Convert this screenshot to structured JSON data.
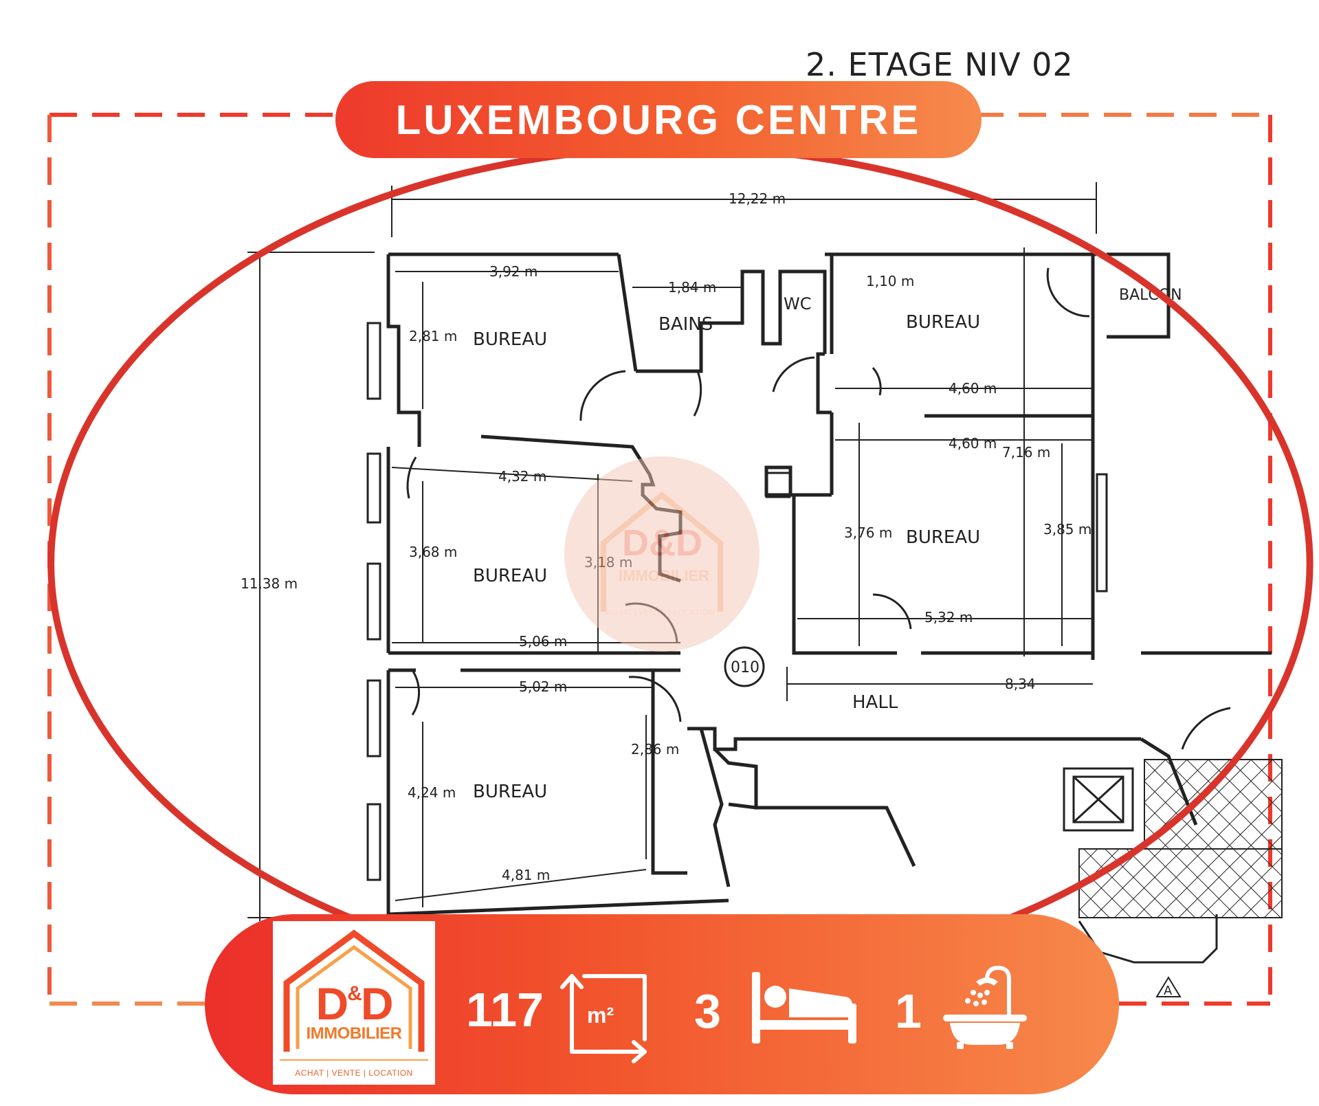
{
  "plan": {
    "heading": "2. ETAGE NIV 02",
    "dimensions": {
      "top_total": "12,22 m",
      "left_total": "11,38 m",
      "bureau1_width": "3,92 m",
      "bureau1_height": "2,81 m",
      "bains_width": "1,84 m",
      "wc_width": "1,10 m",
      "bureau2_width": "4,60 m",
      "bureau3_width": "4,60 m",
      "right_height": "7,16 m",
      "bureau_mid_width": "4,32 m",
      "bureau_mid_height": "3,68 m",
      "bureau_mid_right_height": "3,18 m",
      "bureau_mid_bottom": "5,06 m",
      "bureau3_height": "3,76 m",
      "bureau3_right_height": "3,85 m",
      "bureau3_bottom": "5,32 m",
      "bureau4_top": "5,02 m",
      "bureau4_right": "2,86 m",
      "bureau4_height": "4,24 m",
      "bureau4_bottom": "4,81 m",
      "hall_width": "8,34"
    },
    "rooms": {
      "bureau_top_left": "BUREAU",
      "bains": "BAINS",
      "wc": "WC",
      "bureau_top_right": "BUREAU",
      "balcon": "BALCON",
      "bureau_mid_left": "BUREAU",
      "bureau_mid_right": "BUREAU",
      "bureau_bottom_left": "BUREAU",
      "hall": "HALL"
    },
    "unit_number": "010",
    "marker": "A"
  },
  "banner": {
    "location": "LUXEMBOURG CENTRE"
  },
  "watermark": {
    "brand_short": "D&D",
    "brand_name": "IMMOBILIER",
    "tagline": "ACHAT | VENTE | LOCATION"
  },
  "logo": {
    "d_left": "D",
    "amp": "&",
    "d_right": "D",
    "name": "IMMOBILIER",
    "tagline": "ACHAT  |  VENTE  |  LOCATION"
  },
  "stats": {
    "area_value": "117",
    "area_unit": "m²",
    "bedrooms": "3",
    "bathrooms": "1",
    "area_icon": "area-arrows-icon",
    "bed_icon": "bed-icon",
    "bath_icon": "bathtub-shower-icon"
  },
  "colors": {
    "brand_red": "#ee3a2c",
    "brand_orange": "#f68a4c",
    "ellipse_red": "#d9342b",
    "plan_ink": "#222222"
  }
}
